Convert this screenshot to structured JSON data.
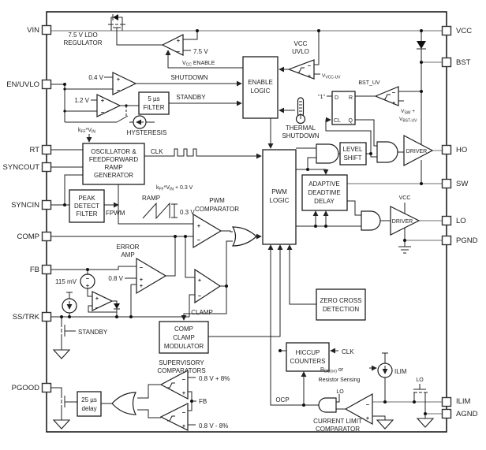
{
  "pins": {
    "left": [
      "VIN",
      "EN/UVLO",
      "RT",
      "SYNCOUT",
      "SYNCIN",
      "COMP",
      "FB",
      "SS/TRK",
      "PGOOD"
    ],
    "right": [
      "VCC",
      "BST",
      "HO",
      "SW",
      "LO",
      "PGND",
      "ILIM",
      "AGND"
    ]
  },
  "blocks": {
    "ldo": [
      "7.5 V LDO",
      "REGULATOR"
    ],
    "enable": [
      "ENABLE",
      "LOGIC"
    ],
    "filter": [
      "5 µs",
      "FILTER"
    ],
    "osc": [
      "OSCILLATOR &",
      "FEEDFORWARD",
      "RAMP",
      "GENERATOR"
    ],
    "peak": [
      "PEAK",
      "DETECT",
      "FILTER"
    ],
    "pwm_logic": [
      "PWM",
      "LOGIC"
    ],
    "adaptive": [
      "ADAPTIVE",
      "DEADTIME",
      "DELAY"
    ],
    "level_shift": [
      "LEVEL",
      "SHIFT"
    ],
    "zero_cross": [
      "ZERO CROSS",
      "DETECTION"
    ],
    "hiccup": [
      "HICCUP",
      "COUNTERS"
    ],
    "comp_clamp": [
      "COMP",
      "CLAMP",
      "MODULATOR"
    ],
    "delay25": [
      "25 µs",
      "delay"
    ]
  },
  "labels": {
    "vcc_uvlo": [
      "VCC",
      "UVLO"
    ],
    "thermal": [
      "THERMAL",
      "SHUTDOWN"
    ],
    "supervisory": [
      "SUPERVISORY",
      "COMPARATORS"
    ],
    "current_limit": [
      "CURRENT LIMIT",
      "COMPARATOR"
    ],
    "pwm_comparator": [
      "PWM",
      "COMPARATOR"
    ],
    "error_amp": [
      "ERROR",
      "AMP"
    ],
    "shutdown": "SHUTDOWN",
    "standby_line": "STANDBY",
    "standby_fet": "STANDBY",
    "hysteresis": "HYSTERESIS",
    "clk": "CLK",
    "clk_hiccup": "CLK",
    "ramp": "RAMP",
    "fpwm": "FPWM",
    "clamp": "CLAMP",
    "ocp": "OCP",
    "driver_hi": "DRIVER",
    "driver_lo": "DRIVER",
    "vcc_driver": "VCC",
    "v75": "7.5 V",
    "v04": "0.4 V",
    "v12": "1.2 V",
    "v03": "0.3 V",
    "v08": "0.8 V",
    "mv115": "115 mV",
    "v08p": "0.8 V + 8%",
    "v08m": "0.8 V - 8%",
    "fb_net": "FB",
    "lo_gate": "LO",
    "lo_fet": "LO",
    "ilim_src": "ILIM",
    "one": "\"1\"",
    "ff_d": "D",
    "ff_r": "R",
    "ff_cl": "CL",
    "ff_q": "Q",
    "bst_uv": "BST_UV",
    "resistor_sensing": "Resistor Sensing",
    "plus": "+",
    "minus": "−"
  },
  "sub_labels": {
    "vcc_enable": {
      "pre": "V",
      "sub": "CC",
      "post": " ENABLE"
    },
    "kff_vin": {
      "p1": "k",
      "s1": "FF",
      "p2": "*V",
      "s2": "IN",
      "post": ""
    },
    "kff_vin_03": {
      "p1": "k",
      "s1": "FF",
      "p2": "*V",
      "s2": "IN",
      "post": " + 0.3 V"
    },
    "vvcc_uv": {
      "pre": "V",
      "sub": "VCC-UV",
      "post": ""
    },
    "vsw_plus": {
      "pre": "V",
      "sub": "SW",
      "post": " +"
    },
    "vbst_uv": {
      "pre": "V",
      "sub": "BST-UV",
      "post": ""
    },
    "rdson": {
      "pre": "R",
      "sub": "DS(on)",
      "post": " or"
    }
  }
}
